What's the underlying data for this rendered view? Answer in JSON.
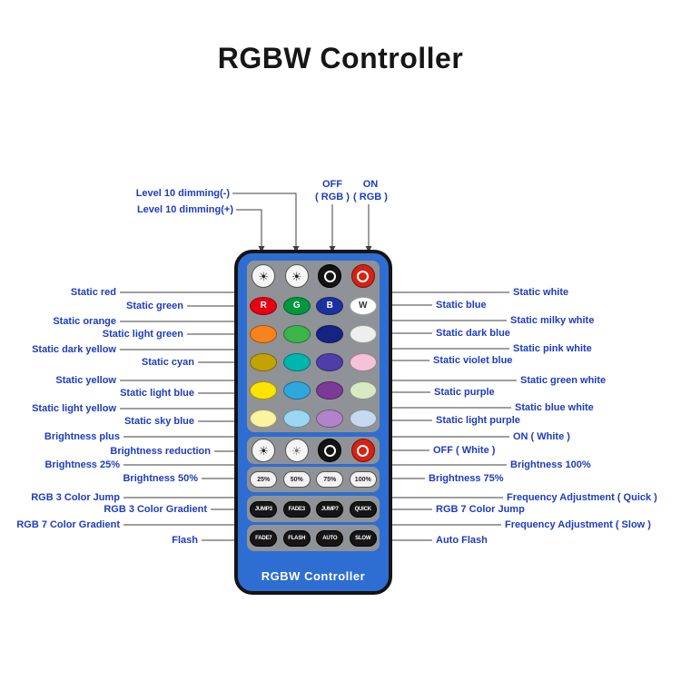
{
  "page": {
    "title": "RGBW Controller"
  },
  "remote": {
    "brand": "RGBW  Controller",
    "color_rows": [
      [
        {
          "name": "static-red",
          "color": "#e60012",
          "letter": "R",
          "letter_color": "#ffffff"
        },
        {
          "name": "static-green",
          "color": "#00973e",
          "letter": "G",
          "letter_color": "#ffffff"
        },
        {
          "name": "static-blue",
          "color": "#1e2f9e",
          "letter": "B",
          "letter_color": "#ffffff"
        },
        {
          "name": "static-white",
          "color": "#ffffff",
          "letter": "W",
          "letter_color": "#333333"
        }
      ],
      [
        {
          "name": "static-orange",
          "color": "#f7821e"
        },
        {
          "name": "static-light-green",
          "color": "#3bb44a"
        },
        {
          "name": "static-dark-blue",
          "color": "#172383"
        },
        {
          "name": "static-milky-white",
          "color": "#ecefec"
        }
      ],
      [
        {
          "name": "static-dark-yellow",
          "color": "#c3a206"
        },
        {
          "name": "static-cyan",
          "color": "#00b5ad"
        },
        {
          "name": "static-violet-blue",
          "color": "#4f3da8"
        },
        {
          "name": "static-pink-white",
          "color": "#f4c3d7"
        }
      ],
      [
        {
          "name": "static-yellow",
          "color": "#fde300"
        },
        {
          "name": "static-light-blue",
          "color": "#2ea8dc"
        },
        {
          "name": "static-purple",
          "color": "#7c3a97"
        },
        {
          "name": "static-green-white",
          "color": "#d9e9c4"
        }
      ],
      [
        {
          "name": "static-light-yellow",
          "color": "#faf3a0"
        },
        {
          "name": "static-sky-blue",
          "color": "#9bd7f2"
        },
        {
          "name": "static-light-purple",
          "color": "#b183c9"
        },
        {
          "name": "static-blue-white",
          "color": "#c6d9f1"
        }
      ]
    ],
    "percent_labels": [
      "25%",
      "50%",
      "75%",
      "100%"
    ],
    "mode_row1": [
      "JUMP3",
      "FADE3",
      "JUMP7",
      "QUICK"
    ],
    "mode_row2": [
      "FADE7",
      "FLASH",
      "AUTO",
      "SLOW"
    ]
  },
  "callouts": {
    "top_left": [
      "Level 10 dimming(-)",
      "Level 10 dimming(+)"
    ],
    "off_rgb": {
      "line1": "OFF",
      "line2": "( RGB )"
    },
    "on_rgb": {
      "line1": "ON",
      "line2": "( RGB )"
    },
    "left": [
      "Static red",
      "Static green",
      "Static orange",
      "Static light green",
      "Static dark yellow",
      "Static cyan",
      "Static yellow",
      "Static light blue",
      "Static light yellow",
      "Static sky blue",
      "Brightness plus",
      "Brightness reduction",
      "Brightness 25%",
      "Brightness 50%",
      "RGB 3 Color Jump",
      "RGB 3 Color Gradient",
      "RGB 7 Color Gradient",
      "Flash"
    ],
    "right": [
      "Static white",
      "Static blue",
      "Static milky white",
      "Static dark blue",
      "Static pink white",
      "Static violet blue",
      "Static green white",
      "Static purple",
      "Static blue white",
      "Static light purple",
      "ON ( White )",
      "OFF ( White )",
      "Brightness 100%",
      "Brightness 75%",
      "Frequency Adjustment ( Quick )",
      "RGB 7 Color Jump",
      "Frequency Adjustment ( Slow )",
      "Auto Flash"
    ]
  }
}
